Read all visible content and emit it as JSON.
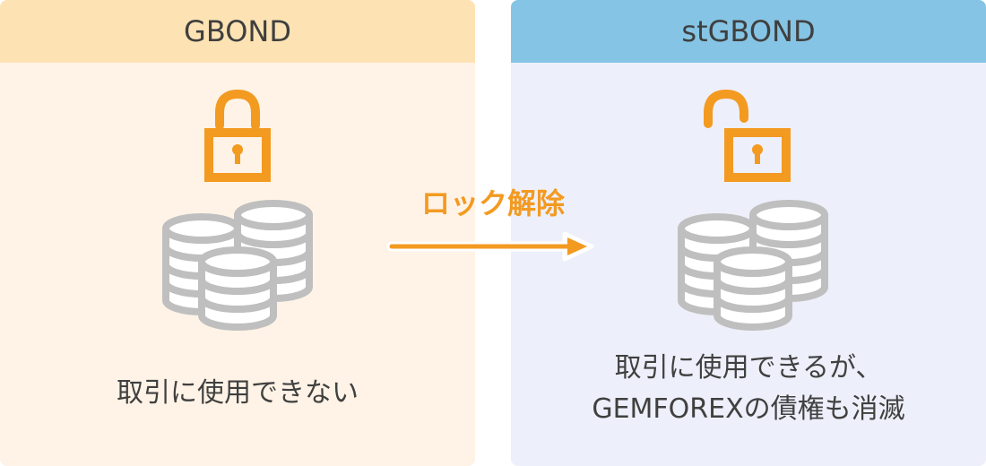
{
  "colors": {
    "left_panel_bg": "#fef3e6",
    "left_header_bg": "#fde3b4",
    "right_panel_bg": "#edf0fa",
    "right_header_bg": "#85c4e4",
    "accent_orange": "#f39a21",
    "coin_gray": "#bfbfbf"
  },
  "left": {
    "title": "GBOND",
    "lock_icon": "locked-padlock",
    "coins_icon": "coin-stacks",
    "caption": "取引に使用できない"
  },
  "right": {
    "title": "stGBOND",
    "lock_icon": "unlocked-padlock",
    "coins_icon": "coin-stacks",
    "caption_lines": [
      "取引に使用できるが、",
      "GEMFOREXの債権も消滅"
    ]
  },
  "arrow": {
    "label": "ロック解除",
    "direction": "right"
  }
}
